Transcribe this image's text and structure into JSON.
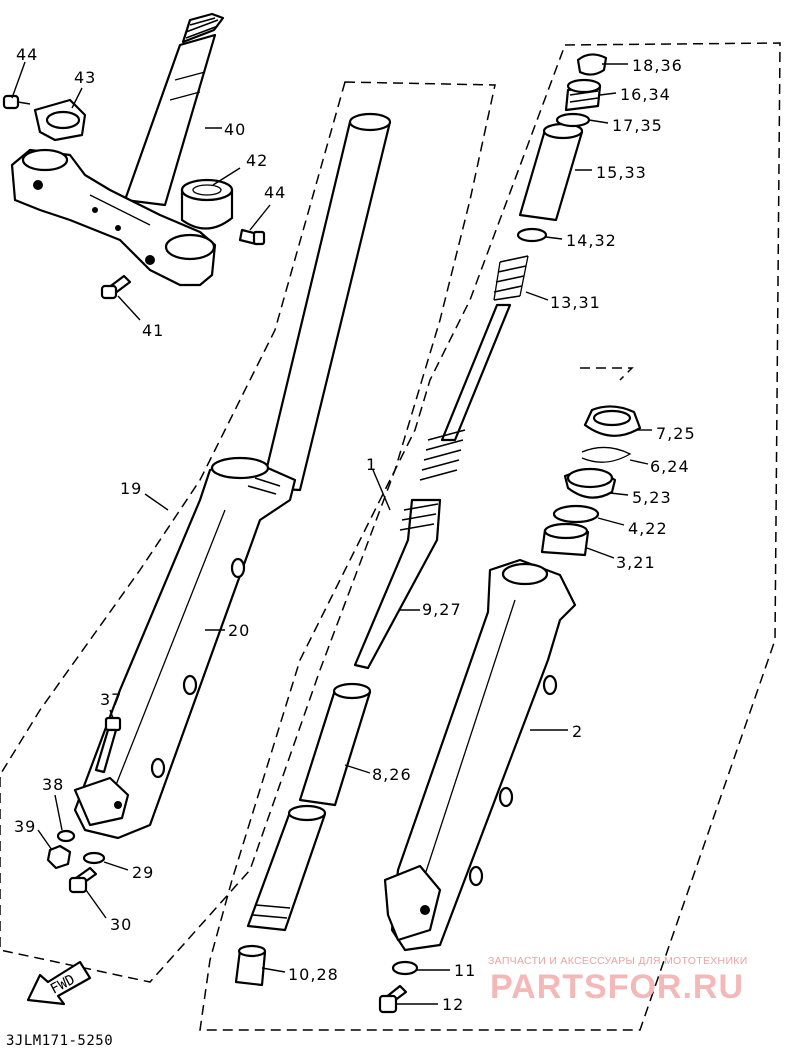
{
  "labels": {
    "l1": "1",
    "l2": "2",
    "l3_21": "3,21",
    "l4_22": "4,22",
    "l5_23": "5,23",
    "l6_24": "6,24",
    "l7_25": "7,25",
    "l8_26": "8,26",
    "l9_27": "9,27",
    "l10_28": "10,28",
    "l11": "11",
    "l12": "12",
    "l13_31": "13,31",
    "l14_32": "14,32",
    "l15_33": "15,33",
    "l16_34": "16,34",
    "l17_35": "17,35",
    "l18_36": "18,36",
    "l19": "19",
    "l20": "20",
    "l29": "29",
    "l30": "30",
    "l37": "37",
    "l38": "38",
    "l39": "39",
    "l40": "40",
    "l41": "41",
    "l42": "42",
    "l43": "43",
    "l44a": "44",
    "l44b": "44"
  },
  "fwd": "FWD",
  "diagram_code": "3JLM171-5250",
  "watermark": {
    "tagline": "ЗАПЧАСТИ И АКСЕССУАРЫ ДЛЯ МОТОТЕХНИКИ",
    "logo": "PARTSFOR.RU"
  }
}
